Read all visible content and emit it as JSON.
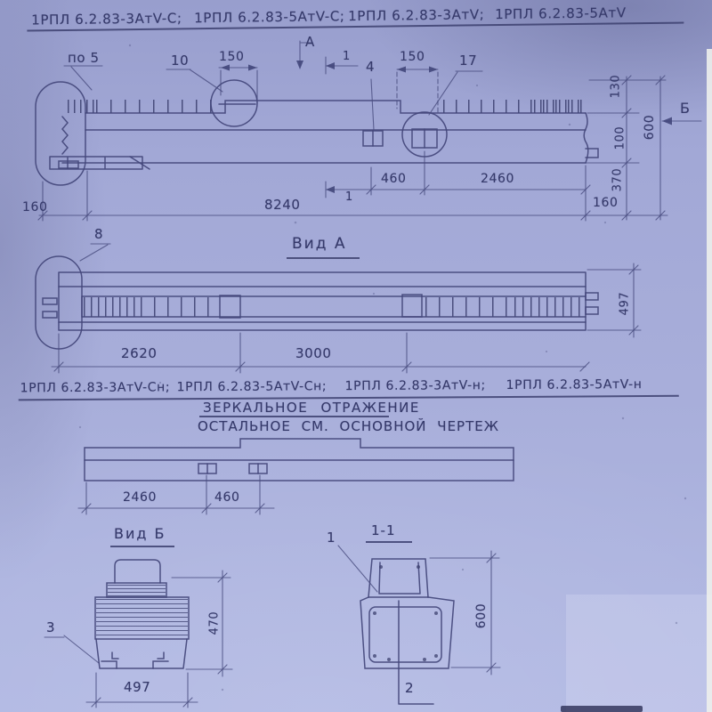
{
  "colors": {
    "paper": "#a4aad7",
    "ink": "#3c3f70"
  },
  "header_variants": [
    "1РПЛ 6.2.83-3АтV-С;",
    "1РПЛ 6.2.83-5АтV-С;",
    "1РПЛ 6.2.83-3АтV;",
    "1РПЛ 6.2.83-5АтV"
  ],
  "elevation": {
    "po5": "по 5",
    "detail10": "10",
    "dim150_left": "150",
    "section_arrow": "A",
    "dim1_top": "1",
    "detail4": "4",
    "dim150_right": "150",
    "detail17": "17",
    "dim130": "130",
    "dim100": "100",
    "dim600": "600",
    "view_b_arrow": "Б",
    "dim370": "370",
    "dim160_right": "160",
    "dim460": "460",
    "dim2460": "2460",
    "dim1_bottom": "1",
    "dim8240": "8240",
    "dim160_left": "160"
  },
  "view_a": {
    "title": "Вид А",
    "detail8": "8",
    "dim497": "497",
    "dim2620": "2620",
    "dim3000": "3000"
  },
  "header_variants_mirror": [
    "1РПЛ 6.2.83-3АтV-Сн;",
    "1РПЛ 6.2.83-5АтV-Сн;",
    "1РПЛ 6.2.83-3АтV-н;",
    "1РПЛ 6.2.83-5АтV-н"
  ],
  "notes": {
    "mirror": "ЗЕРКАЛЬНОЕ ОТРАЖЕНИЕ",
    "rest": "ОСТАЛЬНОЕ СМ. ОСНОВНОЙ ЧЕРТЕЖ"
  },
  "strip": {
    "dim2460": "2460",
    "dim460": "460"
  },
  "view_b": {
    "title": "Вид Б",
    "detail3": "3",
    "dim470": "470",
    "dim497": "497"
  },
  "section_1_1": {
    "title": "1-1",
    "detail1": "1",
    "detail2": "2",
    "dim600": "600"
  }
}
